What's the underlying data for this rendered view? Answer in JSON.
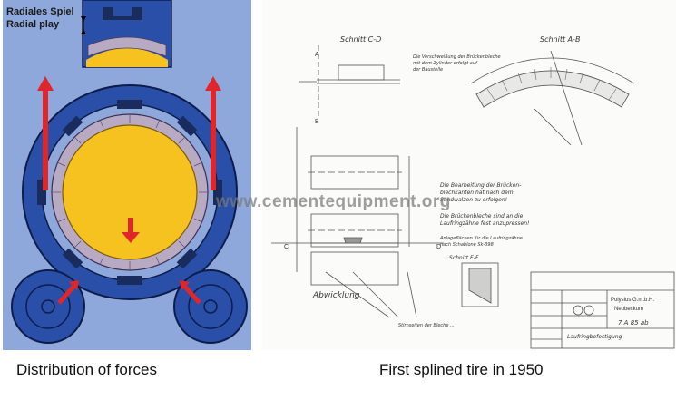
{
  "left_figure": {
    "label_line1": "Radiales Spiel",
    "label_line2": "Radial play",
    "caption": "Distribution of forces",
    "colors": {
      "background": "#8fa8dc",
      "tire": "#2a4fa8",
      "tire_outline": "#0d1d4a",
      "shell": "#f6c21f",
      "pads": "#b9aac4",
      "arrows": "#e0262a",
      "roller": "#2a4fa8",
      "backing_strip": "#f2d8a0"
    }
  },
  "right_figure": {
    "caption": "First splined tire in 1950",
    "section_cd": "Schnitt C-D",
    "section_ab": "Schnitt A-B",
    "section_ef": "Schnitt E-F",
    "note1_line1": "Die Verschweißung der Brückenbleche",
    "note1_line2": "mit dem Zylinder erfolgt auf",
    "note1_line3": "der Baustelle",
    "note2_line1": "Die Bearbeitung der Brücken-",
    "note2_line2": "blechkanten hat nach dem",
    "note2_line3": "Sandwalzen zu erfolgen!",
    "note3_line1": "Die Brückenbleche sind an die",
    "note3_line2": "Laufringzähne fest anzupressen!",
    "note4_line1": "Anlageflächen für die Laufringzähne",
    "note4_line2": "nach Schablone Sk-398",
    "abwicklung": "Abwicklung",
    "bottom_note": "Stirnseiten der Bleche ...",
    "label_a": "A",
    "label_b": "B",
    "label_c": "C",
    "label_d": "D",
    "company_line1": "Polysius G.m.b.H.",
    "company_line2": "Neubeckum",
    "drawing_title": "Laufringbefestigung",
    "drawing_number": "7 A 85 ab",
    "watermark": "www.cementequipment.org"
  }
}
